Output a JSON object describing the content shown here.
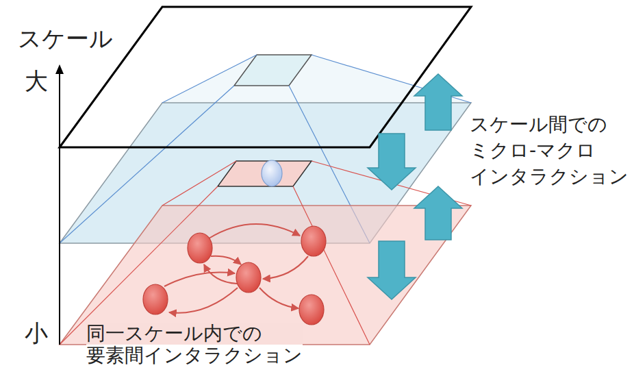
{
  "diagram": {
    "labels": [
      "スケール",
      "大",
      "スケール間での ミクロ-マクロ インタラクション",
      "小",
      "同一スケール内での 要素間インタラクション"
    ]
  }
}
